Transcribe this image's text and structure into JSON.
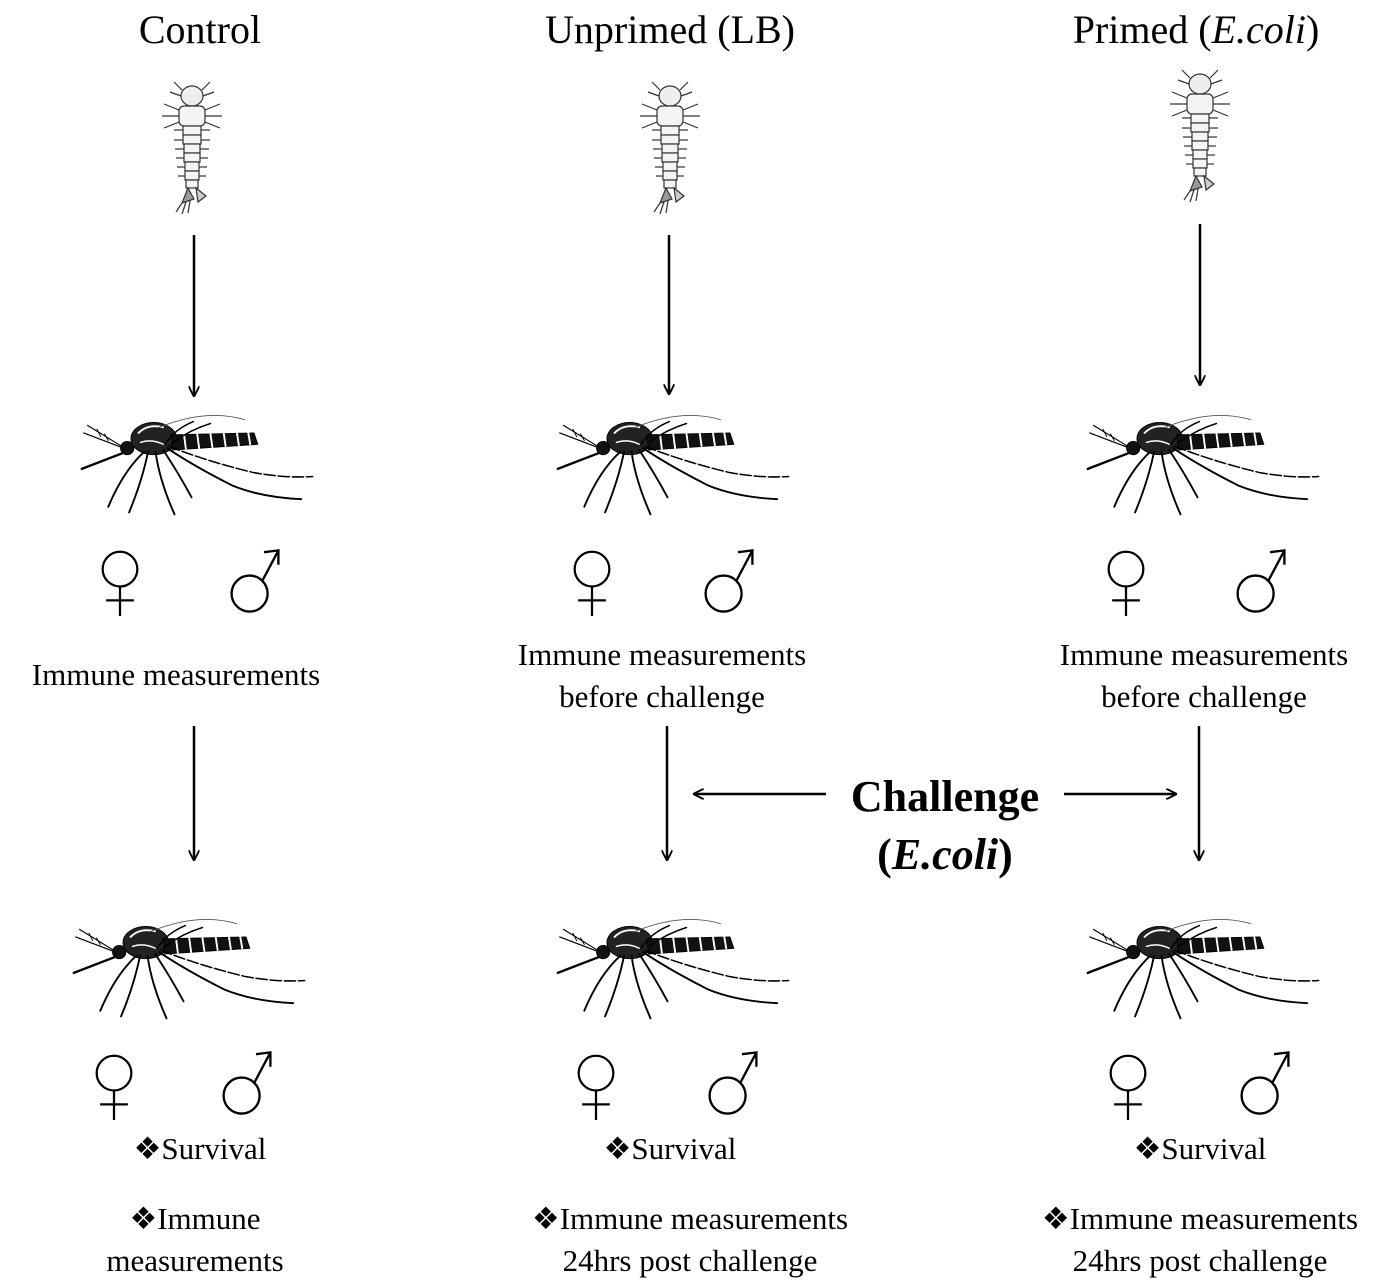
{
  "columns": [
    {
      "title_prefix": "Control",
      "title_italic": "",
      "title_suffix": "",
      "mid_label_line1": "Immune measurements",
      "mid_label_line2": "",
      "outcome_survival": "Survival",
      "outcome_measure_line1": "Immune",
      "outcome_measure_line2": "measurements"
    },
    {
      "title_prefix": "Unprimed (LB)",
      "title_italic": "",
      "title_suffix": "",
      "mid_label_line1": "Immune measurements",
      "mid_label_line2": "before challenge",
      "outcome_survival": "Survival",
      "outcome_measure_line1": "Immune measurements",
      "outcome_measure_line2": "24hrs post challenge"
    },
    {
      "title_prefix": "Primed (",
      "title_italic": "E.coli",
      "title_suffix": ")",
      "mid_label_line1": "Immune measurements",
      "mid_label_line2": "before challenge",
      "outcome_survival": "Survival",
      "outcome_measure_line1": "Immune measurements",
      "outcome_measure_line2": "24hrs post challenge"
    }
  ],
  "challenge": {
    "word": "Challenge",
    "open_paren": "(",
    "agent_italic": "E.coli",
    "close_paren": ")"
  },
  "symbols": {
    "female": "♀",
    "male": "♂",
    "bullet": "❖"
  },
  "icons": [
    "larva-icon",
    "mosquito-icon",
    "female-symbol-icon",
    "male-symbol-icon",
    "arrow-down-icon"
  ]
}
